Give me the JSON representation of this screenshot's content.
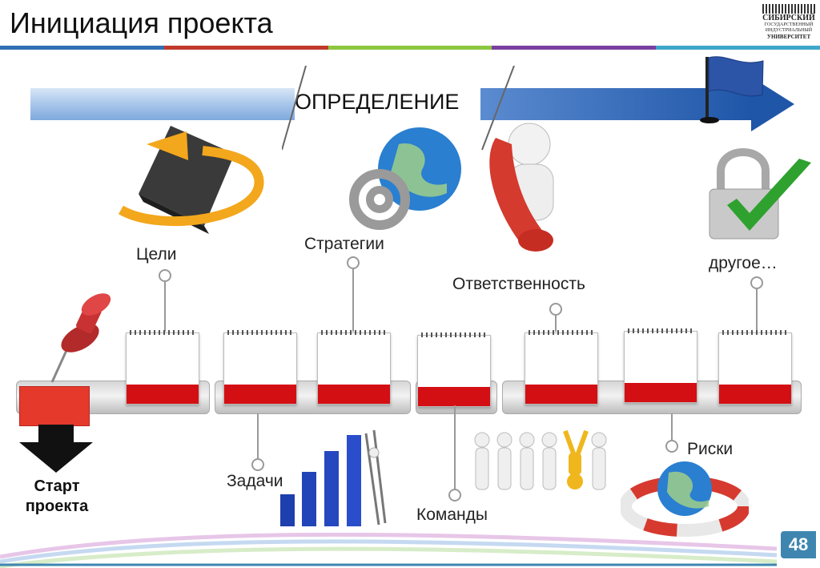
{
  "header": {
    "title": "Инициация проекта",
    "logo_lines": [
      "СИБИРСКИЙ",
      "ГОСУДАРСТВЕННЫЙ",
      "ИНДУСТРИАЛЬНЫЙ",
      "УНИВЕРСИТЕТ"
    ]
  },
  "colors": {
    "stripe": [
      "#2f6fb3",
      "#c0392b",
      "#8cc63f",
      "#7a3fa0",
      "#3fa7c9"
    ],
    "accent_red": "#d40f14",
    "arrow_blue": "#1f56a8"
  },
  "banner": {
    "label": "ОПРЕДЕЛЕНИЕ"
  },
  "labels": {
    "goals": "Цели",
    "strategies": "Стратегии",
    "responsibility": "Ответственность",
    "other": "другое…",
    "tasks": "Задачи",
    "teams": "Команды",
    "risks": "Риски"
  },
  "start": {
    "line1": "Старт",
    "line2": "проекта"
  },
  "page_number": "48",
  "icons": [
    "cube-arrow-icon",
    "globe-at-icon",
    "telephone-figure-icon",
    "padlock-check-icon",
    "flag-icon",
    "pushpin-icon",
    "bar-chart-ladder-icon",
    "people-group-icon",
    "globe-lifebuoy-icon",
    "down-arrow-icon"
  ]
}
